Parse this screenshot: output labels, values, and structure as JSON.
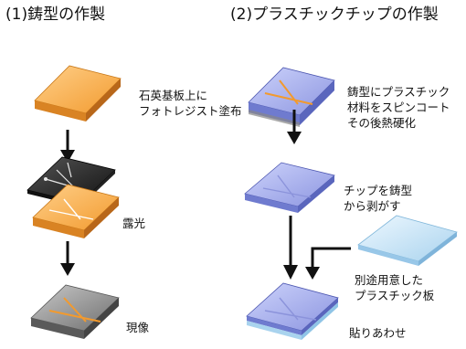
{
  "section1": {
    "title": "(1)鋳型の作製",
    "steps": [
      {
        "lines": [
          "石英基板上に",
          "フォトレジスト塗布"
        ]
      },
      {
        "lines": [
          "露光"
        ]
      },
      {
        "lines": [
          "現像"
        ]
      }
    ]
  },
  "section2": {
    "title": "(2)プラスチックチップの作製",
    "steps": [
      {
        "lines": [
          "鋳型にプラスチック",
          "材料をスピンコート",
          "その後熱硬化"
        ]
      },
      {
        "lines": [
          "チップを鋳型",
          "から剥がす"
        ]
      },
      {
        "lines": [
          "別途用意した",
          "プラスチック板"
        ]
      },
      {
        "lines": [
          "貼りあわせ"
        ]
      }
    ]
  },
  "colors": {
    "orange_top": "#f7b24a",
    "orange_side": "#e58a1e",
    "gray_top": "#8e8e8e",
    "gray_side": "#5e5e5e",
    "black_mask": "#2a2a2a",
    "blue_top": "#a9b3ee",
    "blue_side": "#6f7bcf",
    "sky_top": "#cfe7f7",
    "sky_side": "#8fc4e6"
  }
}
